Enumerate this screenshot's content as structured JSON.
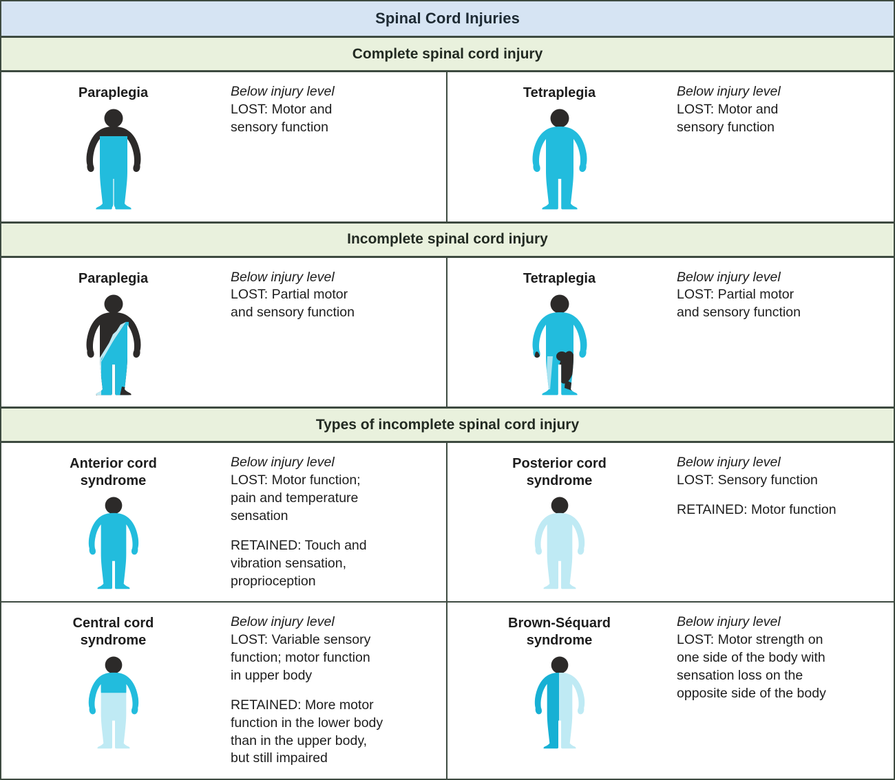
{
  "title": "Spinal Cord Injuries",
  "colors": {
    "title_band": "#d6e4f3",
    "section_band": "#e9f1dd",
    "border": "#3d4a40",
    "cyan": "#22bcdd",
    "cyan_dark": "#17b0d4",
    "cyan_light": "#bfeaf4",
    "dark": "#2c2a29"
  },
  "sections": [
    {
      "heading": "Complete spinal cord injury",
      "cells": [
        {
          "label": "Paraplegia",
          "figure": "figure-paraplegia-complete",
          "lead": "Below injury level",
          "lines": [
            "LOST: Motor and",
            "sensory function"
          ],
          "block2": []
        },
        {
          "label": "Tetraplegia",
          "figure": "figure-tetraplegia-complete",
          "lead": "Below injury level",
          "lines": [
            "LOST: Motor and",
            "sensory function"
          ],
          "block2": []
        }
      ]
    },
    {
      "heading": "Incomplete spinal cord injury",
      "cells": [
        {
          "label": "Paraplegia",
          "figure": "figure-paraplegia-incomplete",
          "lead": "Below injury level",
          "lines": [
            "LOST: Partial motor",
            "and sensory function"
          ],
          "block2": []
        },
        {
          "label": "Tetraplegia",
          "figure": "figure-tetraplegia-incomplete",
          "lead": "Below injury level",
          "lines": [
            "LOST: Partial motor",
            "and sensory function"
          ],
          "block2": []
        }
      ]
    },
    {
      "heading": "Types of incomplete spinal cord injury",
      "cells": [
        {
          "label": "Anterior cord\nsyndrome",
          "figure": "figure-anterior-cord-syndrome",
          "lead": "Below injury level",
          "lines": [
            "LOST: Motor function;",
            "pain and temperature",
            "sensation"
          ],
          "block2": [
            "RETAINED: Touch and",
            "vibration sensation,",
            "proprioception"
          ]
        },
        {
          "label": "Posterior cord\nsyndrome",
          "figure": "figure-posterior-cord-syndrome",
          "lead": "Below injury level",
          "lines": [
            "LOST: Sensory function"
          ],
          "block2": [
            "RETAINED: Motor function"
          ]
        },
        {
          "label": "Central cord\nsyndrome",
          "figure": "figure-central-cord-syndrome",
          "lead": "Below injury level",
          "lines": [
            "LOST: Variable sensory",
            "function; motor function",
            "in upper body"
          ],
          "block2": [
            "RETAINED: More motor",
            "function in the lower body",
            "than in the upper body,",
            "but still impaired"
          ]
        },
        {
          "label": "Brown-Séquard\nsyndrome",
          "figure": "figure-brown-sequard-syndrome",
          "lead": "Below injury level",
          "lines": [
            "LOST: Motor strength on",
            "one side of the body with",
            "sensation loss on the",
            "opposite side of the body"
          ],
          "block2": []
        }
      ]
    }
  ]
}
